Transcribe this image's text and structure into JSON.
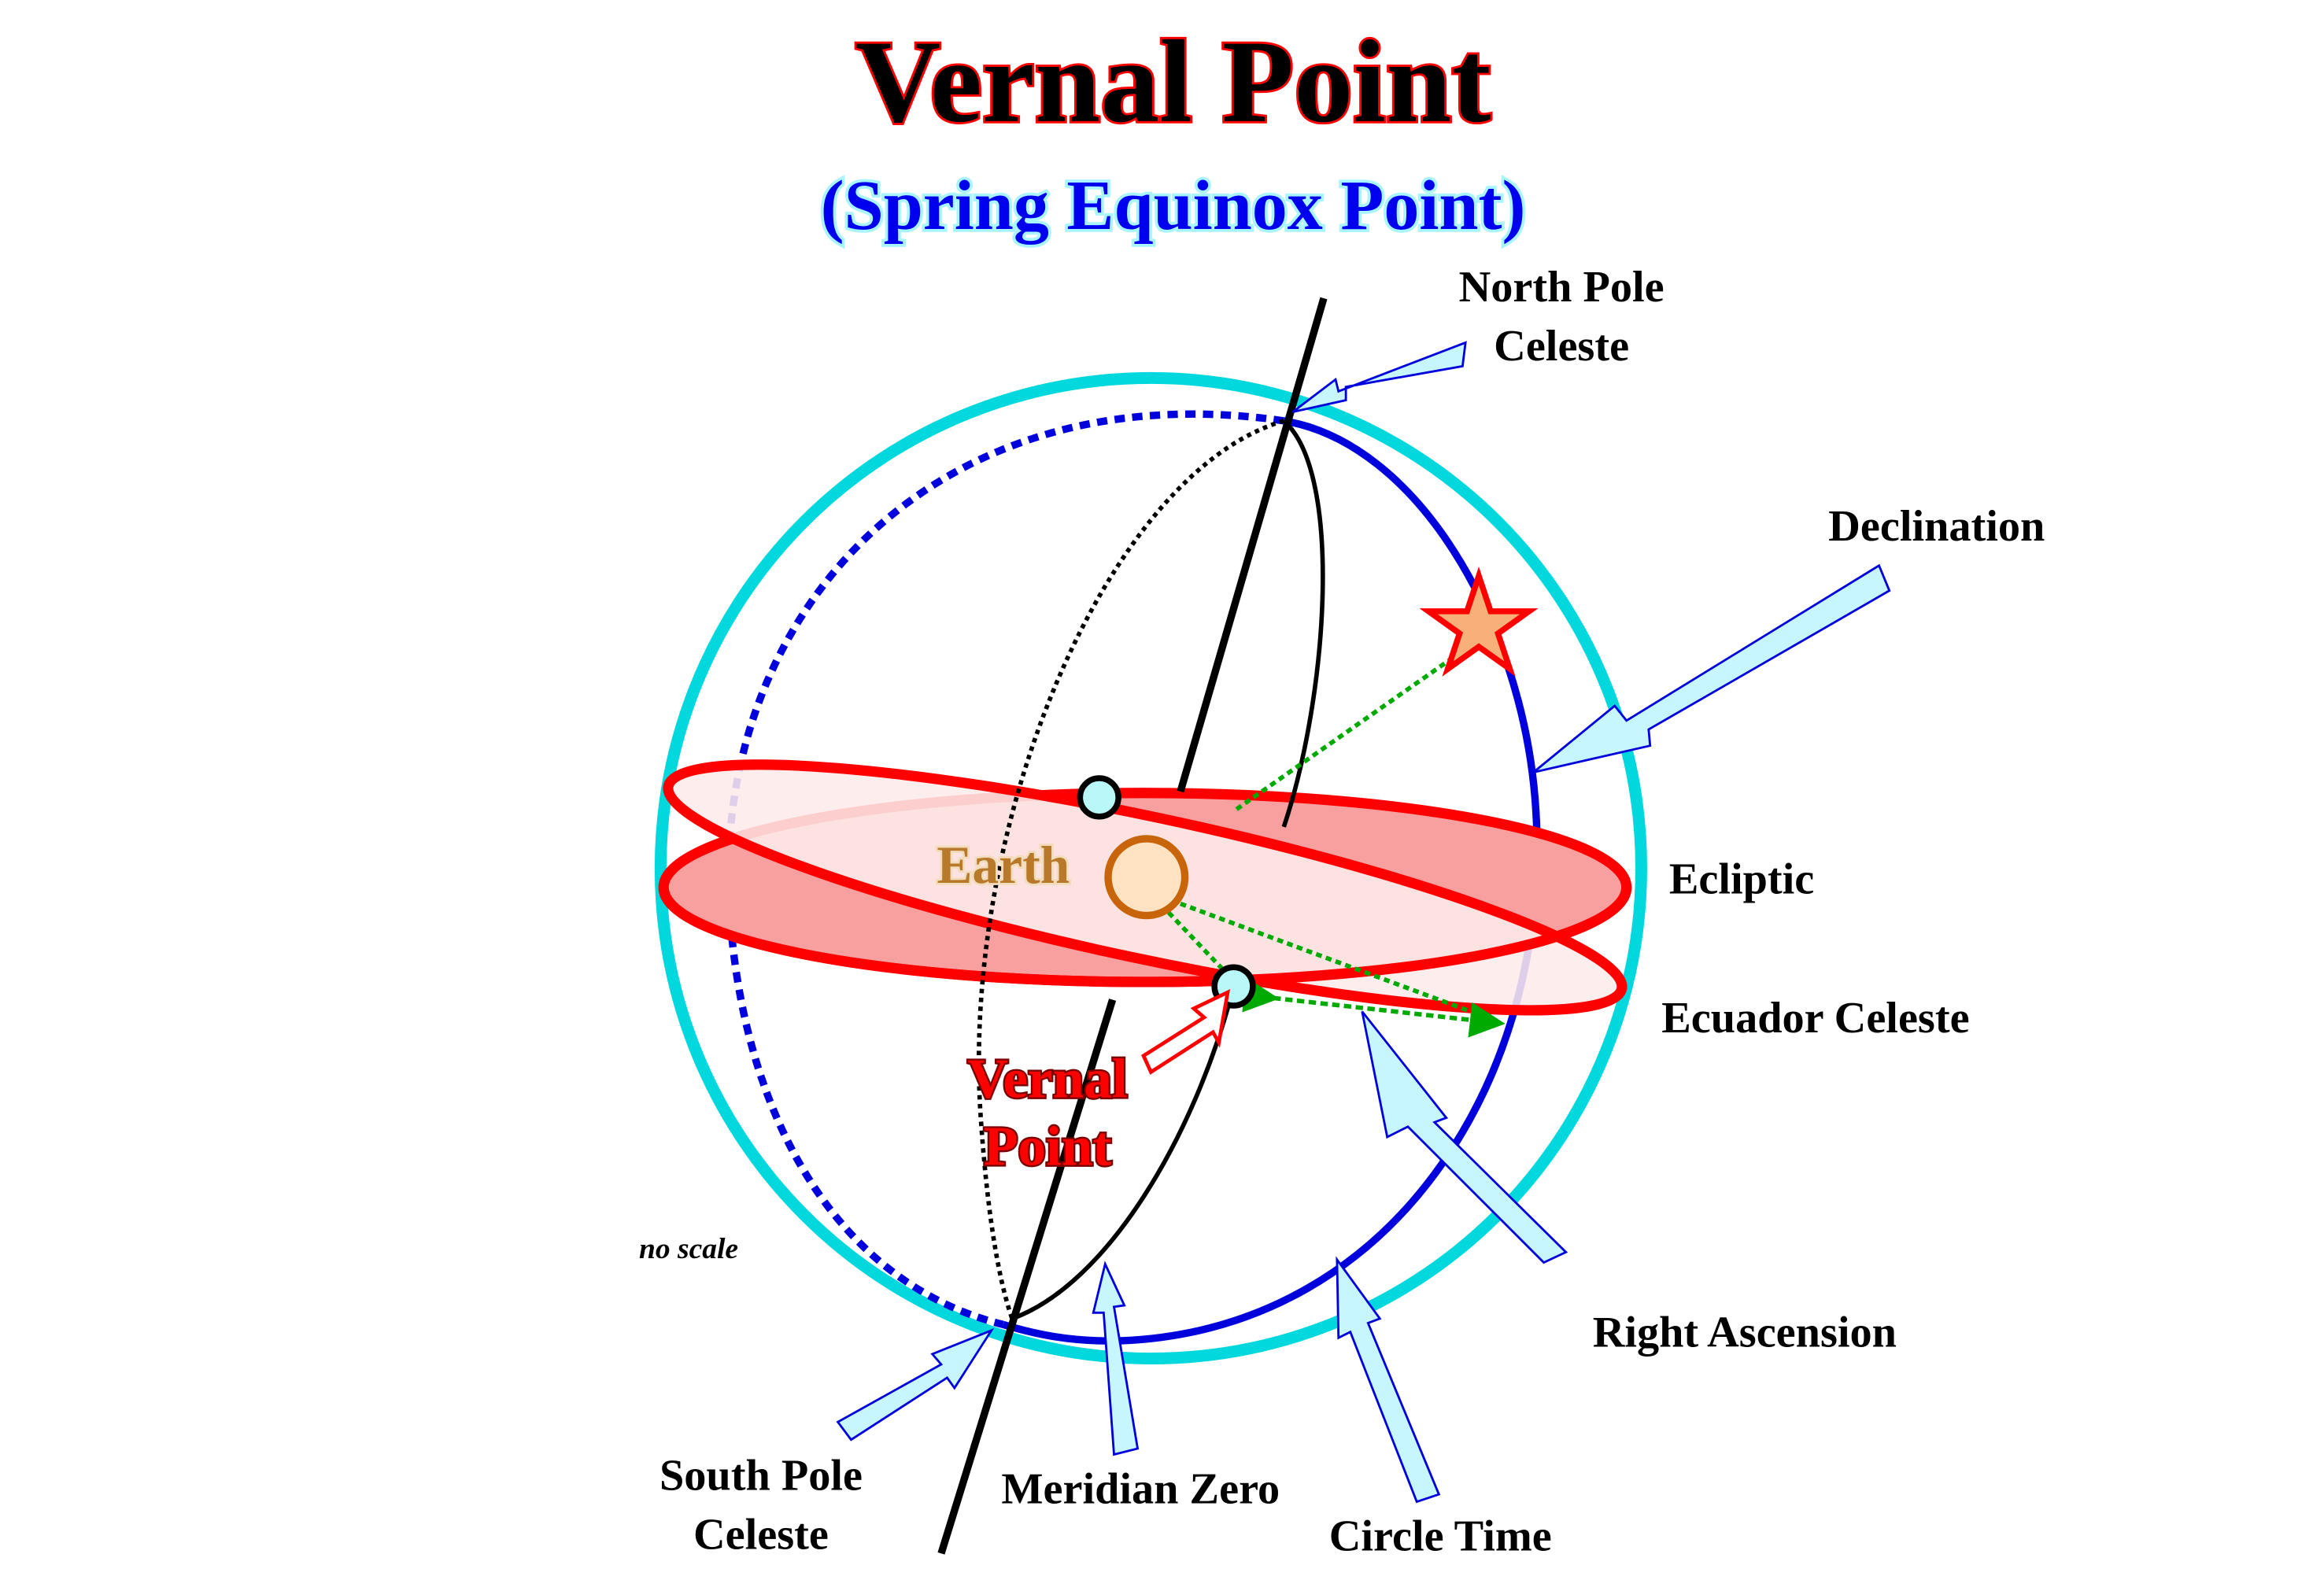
{
  "title": "Vernal Point",
  "subtitle": "(Spring Equinox Point)",
  "labels": {
    "north_pole_line1": "North Pole",
    "north_pole_line2": "Celeste",
    "declination": "Declination",
    "ecliptic": "Ecliptic",
    "ecuador_celeste": "Ecuador Celeste",
    "earth": "Earth",
    "vernal_point_line1": "Vernal",
    "vernal_point_line2": "Point",
    "right_ascension": "Right Ascension",
    "south_pole_line1": "South Pole",
    "south_pole_line2": "Celeste",
    "meridian_zero": "Meridian Zero",
    "circle_time": "Circle Time",
    "no_scale": "no scale"
  },
  "colors": {
    "title_fill": "#000000",
    "title_outline": "#ff0000",
    "subtitle_fill": "#0000ee",
    "sphere": "#00d8dd",
    "circle_time": "#0000dd",
    "ecliptic": "#ff0000",
    "ecliptic_fill": "#f8a0a0",
    "equator_fill": "#fdeaea",
    "earth_stroke": "#c8640a",
    "earth_fill": "#ffe2c2",
    "earth_label": "#b87a2a",
    "point_fill": "#b8f8f8",
    "star_fill": "#f8b07a",
    "star_stroke": "#ff0000",
    "pointer_fill": "#c8f6ff",
    "pointer_stroke": "#0000dd",
    "guide_green": "#009900"
  },
  "icons": [
    "star-icon",
    "arrow-pointer-icon",
    "earth-icon"
  ]
}
